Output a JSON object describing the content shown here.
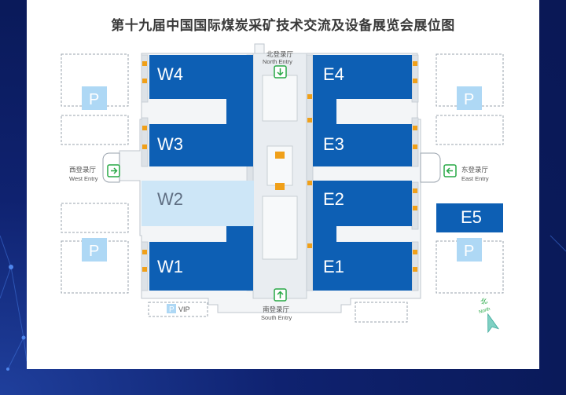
{
  "title": "第十九届中国国际煤炭采矿技术交流及设备展览会展位图",
  "halls": {
    "w4": "W4",
    "w3": "W3",
    "w2": "W2",
    "w1": "W1",
    "e4": "E4",
    "e3": "E3",
    "e2": "E2",
    "e1": "E1",
    "e5": "E5"
  },
  "entries": {
    "north": {
      "zh": "北登录厅",
      "en": "North Entry"
    },
    "south": {
      "zh": "南登录厅",
      "en": "South Entry"
    },
    "west": {
      "zh": "西登录厅",
      "en": "West Entry"
    },
    "east": {
      "zh": "东登录厅",
      "en": "East Entry"
    }
  },
  "parking": {
    "label": "P"
  },
  "vip": {
    "badge": "P",
    "label": "VIP"
  },
  "compass": {
    "zh": "北",
    "en": "North"
  },
  "colors": {
    "hall_blue": "#0d5fb4",
    "hall_light": "#cde6f7",
    "parking": "#aed8f5",
    "entry_green": "#27a845",
    "background_navy": "#0a1a5a"
  }
}
